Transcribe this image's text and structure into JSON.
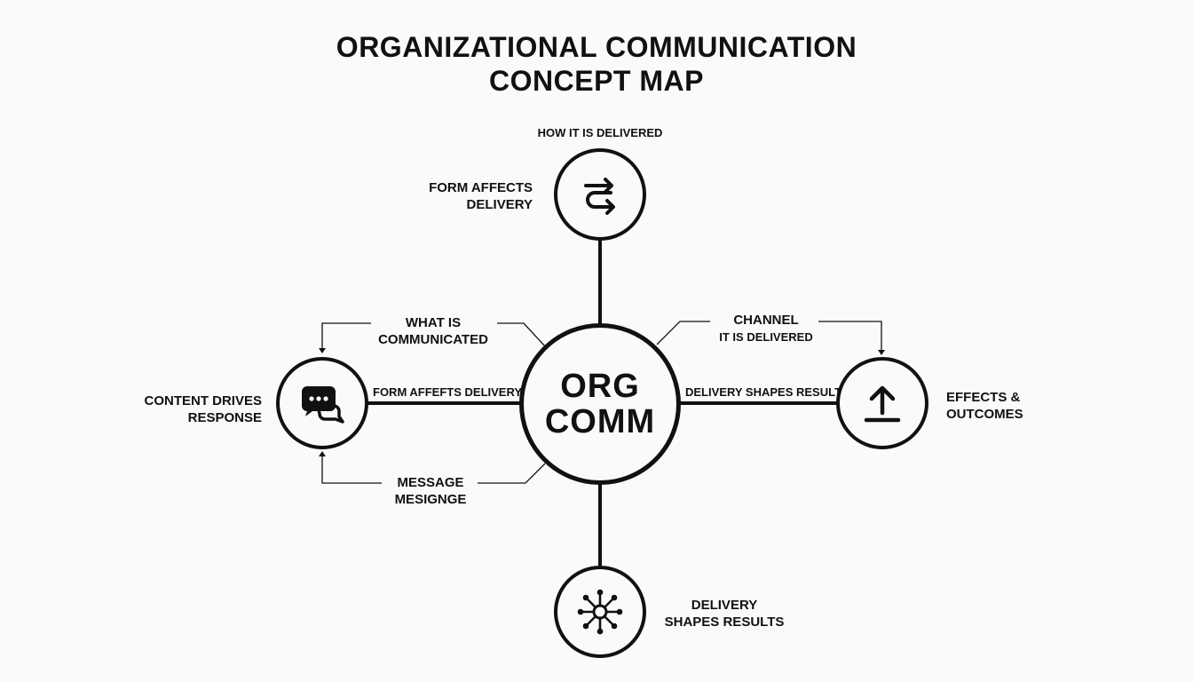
{
  "title": {
    "line1": "ORGANIZATIONAL COMMUNICATION",
    "line2": "CONCEPT MAP"
  },
  "center": {
    "line1": "ORG",
    "line2": "COMM"
  },
  "nodes": {
    "top": {
      "icon": "exchange-arrows-icon",
      "label": "HOW IT IS DELIVERED",
      "side_label": [
        "FORM AFFECTS",
        "DELIVERY"
      ]
    },
    "left": {
      "icon": "chat-bubbles-icon",
      "side_label": [
        "CONTENT DRIVES",
        "RESPONSE"
      ],
      "edge_label": "FORM AFFEFTS DELIVERY"
    },
    "right": {
      "icon": "upload-arrow-icon",
      "side_label": [
        "EFFECTS &",
        "OUTCOMES"
      ],
      "edge_label": "DELIVERY SHAPES RESULTS"
    },
    "bottom": {
      "icon": "network-hub-icon",
      "side_label": [
        "DELIVERY",
        "SHAPES RESULTS"
      ]
    }
  },
  "callouts": {
    "what": [
      "WHAT IS",
      "COMMUNICATED"
    ],
    "channel": [
      "CHANNEL",
      "IT IS DELIVERED"
    ],
    "message": [
      "MESSAGE",
      "MESIGNGE"
    ]
  },
  "colors": {
    "stroke": "#111111",
    "background": "#fafafa"
  }
}
